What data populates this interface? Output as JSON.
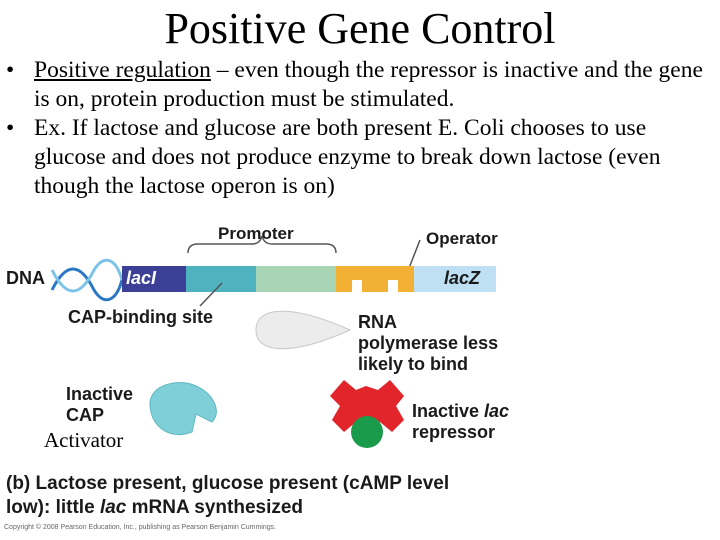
{
  "title": "Positive Gene Control",
  "bullets": [
    {
      "bullet": "•",
      "underlined": "Positive regulation",
      "text": " – even though the repressor is inactive and the gene is on, protein production must be stimulated."
    },
    {
      "bullet": "•",
      "text": "Ex. If lactose and glucose are both present E. Coli chooses to use glucose and does not produce enzyme to break down lactose (even though the lactose operon is on)"
    }
  ],
  "figure": {
    "promoter": "Promoter",
    "operator": "Operator",
    "dna": "DNA",
    "laci": "lacI",
    "lacz": "lacZ",
    "cap_site": "CAP-binding site",
    "rna_pol": [
      "RNA",
      "polymerase less",
      "likely to bind"
    ],
    "inactive_cap": [
      "Inactive",
      "CAP"
    ],
    "activator": "Activator",
    "inactive_repressor_line1": "Inactive ",
    "inactive_repressor_italic": "lac",
    "inactive_repressor_line2": "repressor",
    "caption_line1": "(b) Lactose present, glucose present (cAMP level",
    "caption_line2_a": "low): little ",
    "caption_line2_italic": "lac",
    "caption_line2_b": " mRNA synthesized",
    "copyright": "Copyright © 2008 Pearson Education, Inc., publishing as Pearson Benjamin Cummings."
  },
  "colors": {
    "laci": "#3b3f96",
    "cap_site": "#4fb3bf",
    "promoter_rest": "#a8d5b5",
    "operator": "#f2b134",
    "lacz": "#bfe0f2",
    "repressor": "#e2242b",
    "inducer": "#1a9b4b",
    "cap": "#7fcfd9"
  }
}
